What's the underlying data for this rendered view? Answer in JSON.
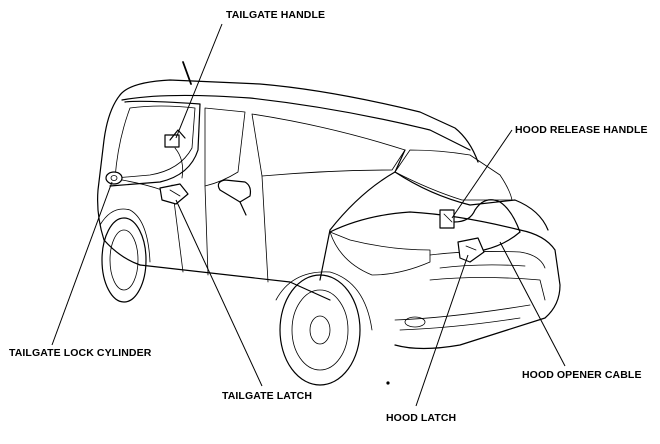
{
  "labels": {
    "tailgate_handle": "TAILGATE HANDLE",
    "hood_release_handle": "HOOD RELEASE HANDLE",
    "tailgate_lock_cylinder": "TAILGATE LOCK CYLINDER",
    "tailgate_latch": "TAILGATE LATCH",
    "hood_latch": "HOOD LATCH",
    "hood_opener_cable": "HOOD OPENER CABLE"
  }
}
